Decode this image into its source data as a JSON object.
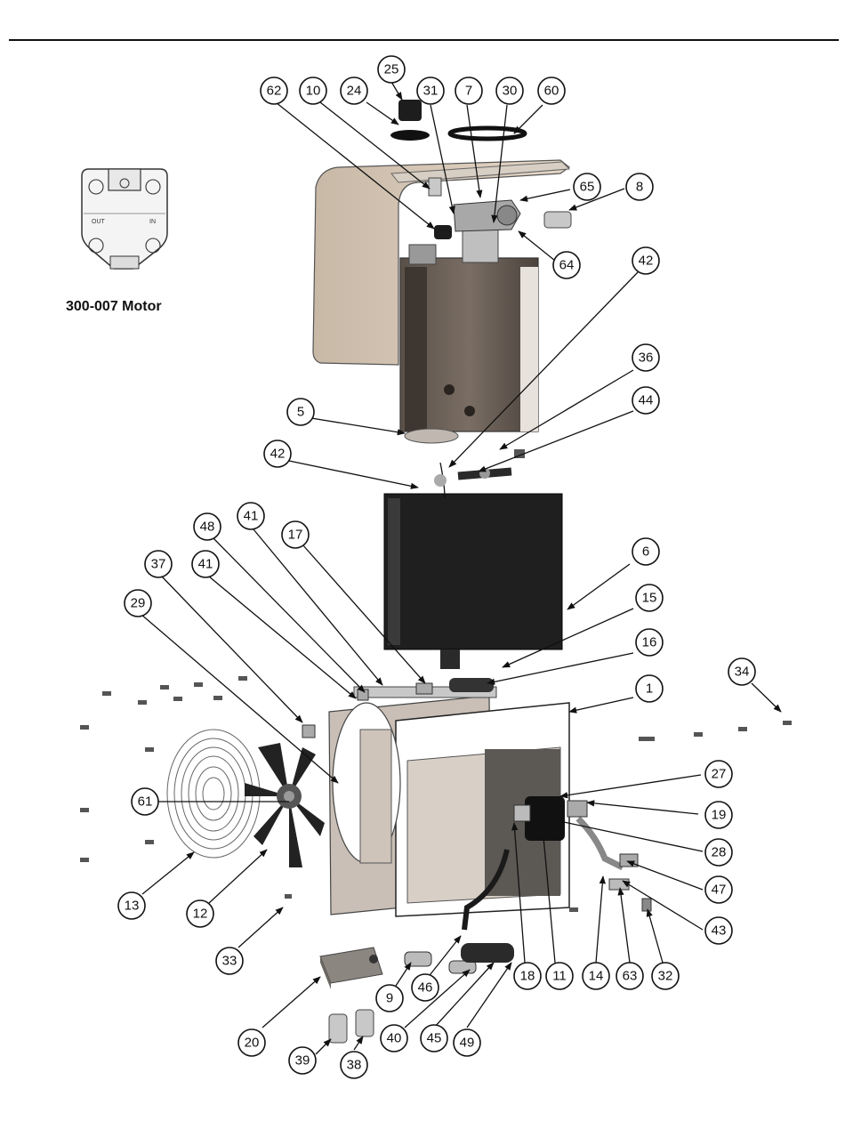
{
  "motor_label": "300-007 Motor",
  "motor_ports": {
    "out": "OUT",
    "in": "IN"
  },
  "callouts": [
    "25",
    "62",
    "10",
    "24",
    "31",
    "7",
    "30",
    "60",
    "65",
    "8",
    "64",
    "42",
    "36",
    "44",
    "5",
    "42",
    "6",
    "15",
    "16",
    "1",
    "34",
    "48",
    "41",
    "17",
    "37",
    "41",
    "29",
    "61",
    "27",
    "19",
    "28",
    "47",
    "43",
    "13",
    "12",
    "33",
    "20",
    "9",
    "46",
    "18",
    "11",
    "14",
    "63",
    "32",
    "40",
    "45",
    "49",
    "39",
    "38"
  ]
}
